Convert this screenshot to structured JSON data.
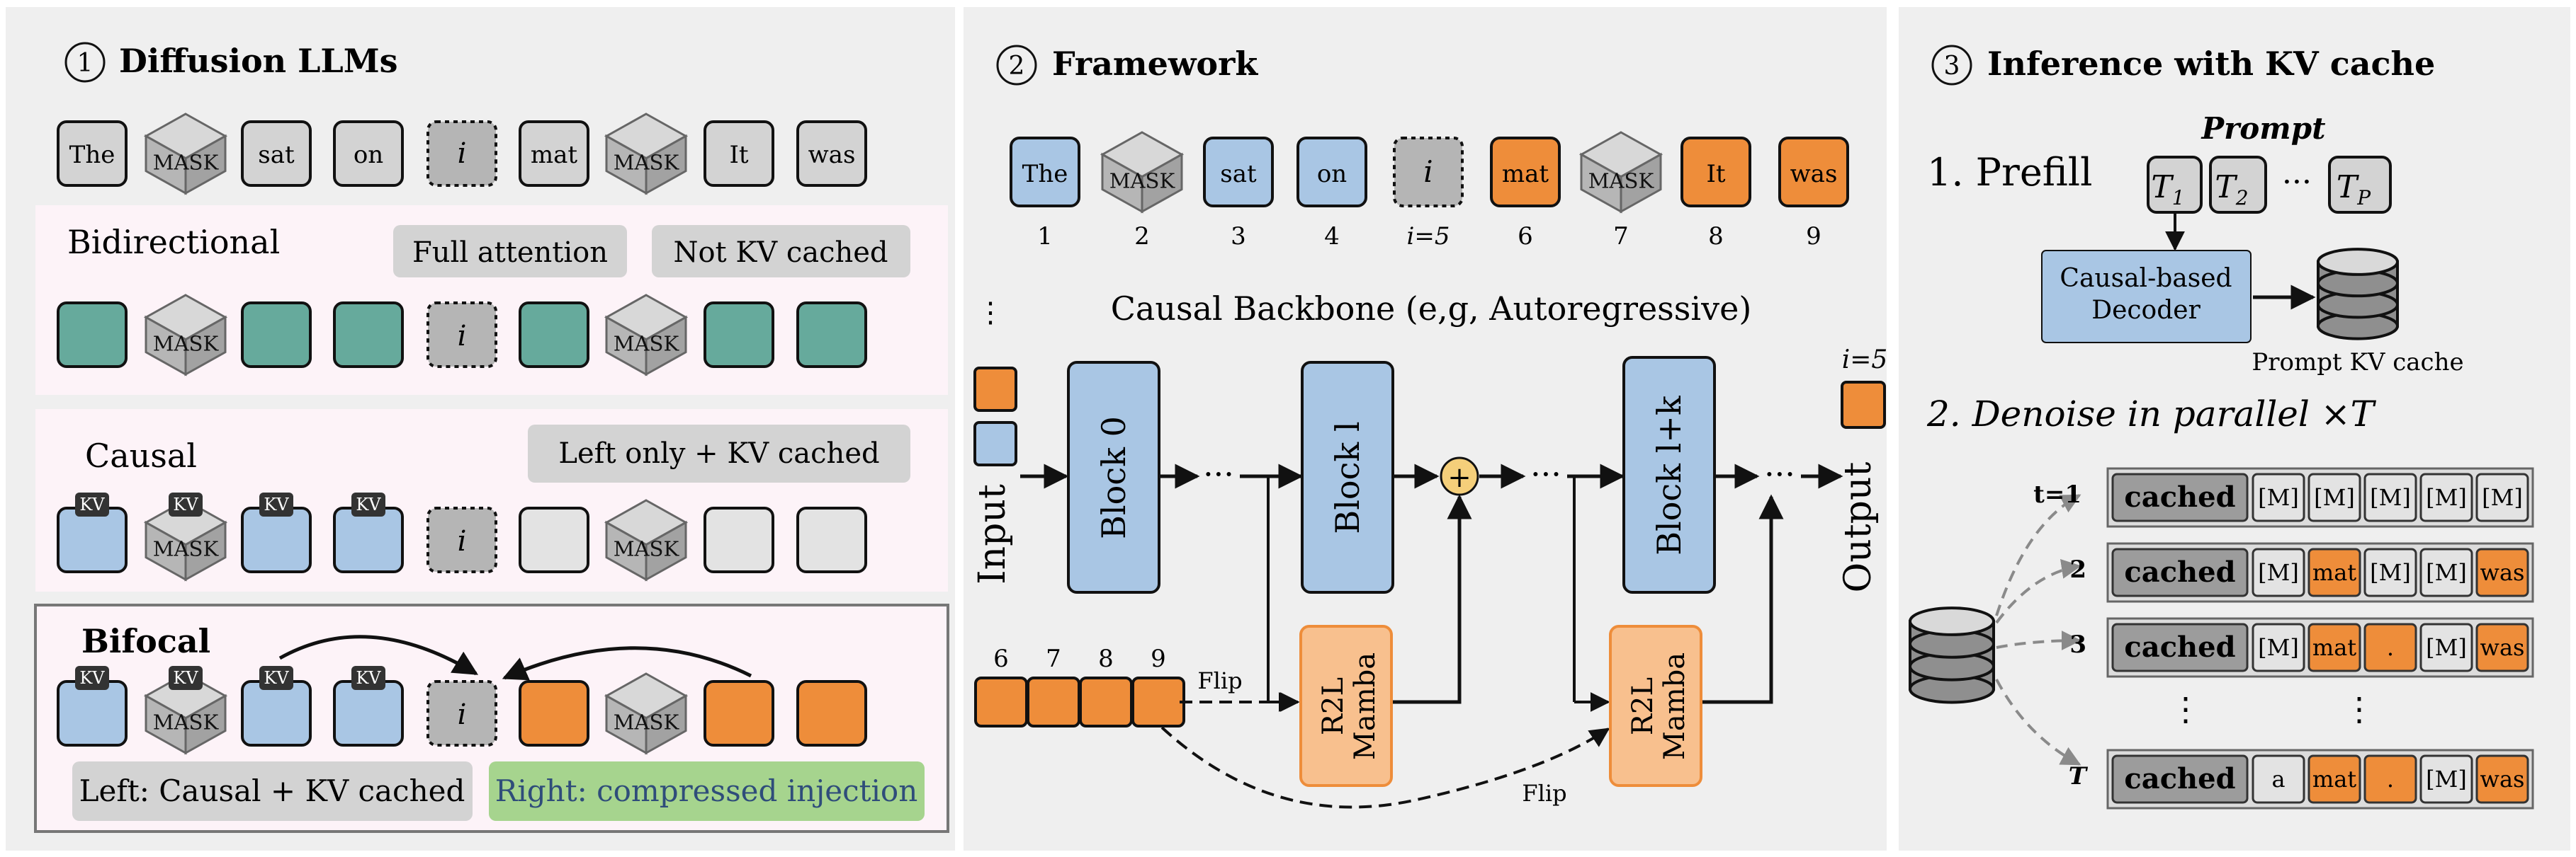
{
  "panel1": {
    "title": "Diffusion LLMs",
    "num": "1",
    "sequence": [
      "The",
      "MASK",
      "sat",
      "on",
      "i",
      "mat",
      "MASK",
      "It",
      "was"
    ],
    "bidirectional": {
      "label": "Bidirectional",
      "tag1": "Full attention",
      "tag2": "Not KV cached"
    },
    "causal": {
      "label": "Causal",
      "tag": "Left only + KV cached"
    },
    "bifocal": {
      "label": "Bifocal",
      "tag_left": "Left: Causal + KV cached",
      "tag_right": "Right: compressed injection"
    },
    "kv": "KV",
    "mask": "MASK",
    "i": "i"
  },
  "panel2": {
    "title": "Framework",
    "num": "2",
    "tokens": [
      "The",
      "MASK",
      "sat",
      "on",
      "i",
      "mat",
      "MASK",
      "It",
      "was"
    ],
    "indices": [
      "1",
      "2",
      "3",
      "4",
      "i=5",
      "6",
      "7",
      "8",
      "9"
    ],
    "backbone": "Causal Backbone (e,g, Autoregressive)",
    "input": "Input",
    "output": "Output",
    "output_idx": "i=5",
    "block0": "Block 0",
    "blockl": "Block l",
    "blocklk": "Block l+k",
    "mamba1": [
      "R2L",
      "Mamba"
    ],
    "mamba2": [
      "R2L",
      "Mamba"
    ],
    "flip1": "Flip",
    "flip2": "Flip",
    "right_idx": [
      "6",
      "7",
      "8",
      "9"
    ],
    "plus": "+"
  },
  "panel3": {
    "title": "Inference with KV cache",
    "num": "3",
    "prompt": "Prompt",
    "prefill": "1. Prefill",
    "t1": "T1",
    "t2": "T2",
    "tp": "TP",
    "decoder": [
      "Causal-based",
      "Decoder"
    ],
    "kvcache": "Prompt KV cache",
    "denoise": "2. Denoise in parallel ×T",
    "steps": [
      {
        "label": "t=1",
        "cells": [
          "[M]",
          "[M]",
          "[M]",
          "[M]",
          "[M]"
        ],
        "hl": [
          false,
          false,
          false,
          false,
          false
        ]
      },
      {
        "label": "2",
        "cells": [
          "[M]",
          "mat",
          "[M]",
          "[M]",
          "was"
        ],
        "hl": [
          false,
          true,
          false,
          false,
          true
        ]
      },
      {
        "label": "3",
        "cells": [
          "[M]",
          "mat",
          ".",
          "[M]",
          "was"
        ],
        "hl": [
          false,
          true,
          true,
          false,
          true
        ]
      },
      {
        "label": "T",
        "cells": [
          "a",
          "mat",
          ".",
          "[M]",
          "was"
        ],
        "hl": [
          false,
          true,
          true,
          false,
          true
        ]
      }
    ],
    "cached": "cached"
  },
  "colors": {
    "blue": "#a9c6e4",
    "orange": "#ee8d3a",
    "teal": "#66aa9c",
    "gray": "#c3c3c3",
    "light": "#e3e3e3",
    "peach": "#f8c08e",
    "pink": "#fdf3f8",
    "panel": "#efefef",
    "tag_gray": "#d3d3d3",
    "tag_green": "#a6d48e",
    "tag_green_text": "#2f4d7a"
  }
}
